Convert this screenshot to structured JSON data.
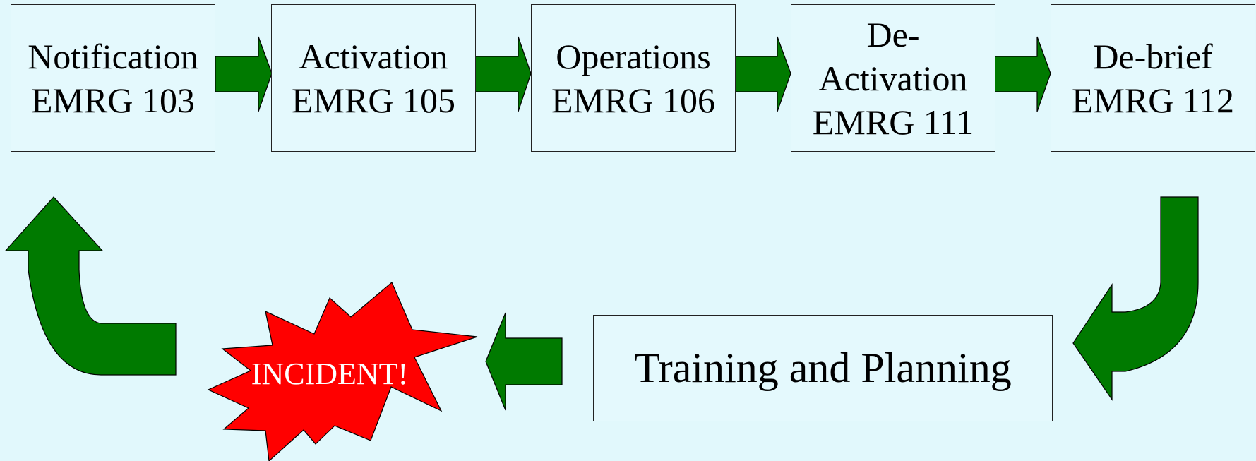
{
  "steps": [
    {
      "line1": "Notification",
      "line2": "EMRG 103"
    },
    {
      "line1": "Activation",
      "line2": "EMRG 105"
    },
    {
      "line1": "Operations",
      "line2": "EMRG 106"
    },
    {
      "line1": "De-",
      "line2": "Activation",
      "line3": "EMRG 111"
    },
    {
      "line1": "De-brief",
      "line2": "EMRG 112"
    }
  ],
  "training_box": {
    "label": "Training and Planning"
  },
  "incident": {
    "label": "INCIDENT!"
  },
  "colors": {
    "background": "#e1f8fc",
    "box_fill": "#e4f9fd",
    "arrow_green": "#007a00",
    "burst_red": "#ff0000",
    "burst_text": "#ffffff"
  }
}
